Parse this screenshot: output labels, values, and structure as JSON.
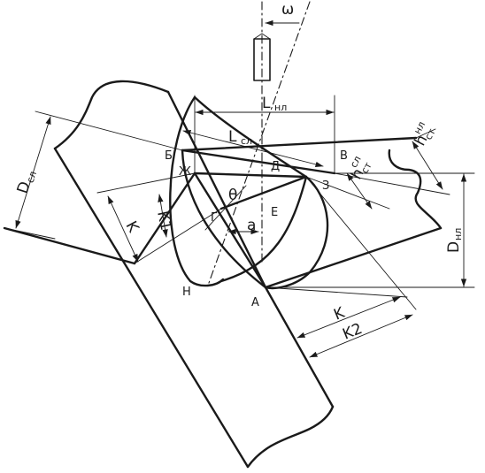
{
  "labels": {
    "omega": "ω",
    "L_nl": "L",
    "L_nl_sub": "нл",
    "L_sl": "L",
    "L_sl_sub": "сл",
    "D_sl": "D",
    "D_sl_sub": "сл",
    "D_nl": "D",
    "D_nl_sub": "нл",
    "h_st_nl": "h",
    "h_st_nl_sub": "ст",
    "h_st_nl_sup": "нл",
    "h_st_sl": "h",
    "h_st_sl_sub": "ст",
    "h_st_sl_sup": "сл",
    "K_left": "K",
    "K1": "K1",
    "K_right": "K",
    "K2": "K2",
    "theta": "θ",
    "a": "a"
  },
  "points": {
    "B": "Б",
    "V": "В",
    "Zh": "Ж",
    "D": "Д",
    "Z": "З",
    "G": "Г",
    "E": "Е",
    "N": "Н",
    "A": "А"
  }
}
